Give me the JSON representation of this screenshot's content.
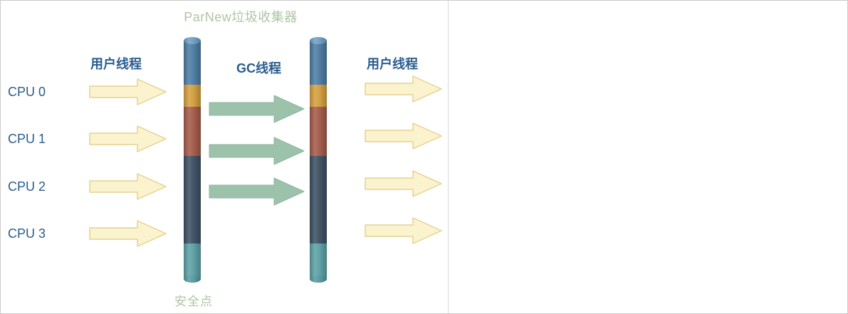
{
  "diagram": {
    "title": "ParNew垃圾收集器",
    "labels": {
      "user_threads_left": "用户线程",
      "gc_threads": "GC线程",
      "user_threads_right": "用户线程",
      "safepoint": "安全点"
    },
    "cpus": [
      {
        "label": "CPU 0"
      },
      {
        "label": "CPU 1"
      },
      {
        "label": "CPU 2"
      },
      {
        "label": "CPU 3"
      }
    ],
    "colors": {
      "title_text": "#adc6a3",
      "label_text": "#2a5d8e",
      "cpu_text": "#2a5d8e",
      "arrow_yellow_fill": "#fbf3cd",
      "arrow_yellow_stroke": "#e5d291",
      "arrow_green_fill": "#9cc2ab",
      "arrow_green_stroke": "#8db5a0",
      "bar_blue": "#4c7ca3",
      "bar_cap_blue": "#6f9ec4",
      "bar_orange": "#d49f3e",
      "bar_red": "#a45a49",
      "bar_slate": "#3c5064",
      "bar_teal": "#5ba0a5",
      "bar_cap_teal": "#579a9f",
      "divider": "#d9d9d9",
      "border": "#cccccc"
    }
  }
}
